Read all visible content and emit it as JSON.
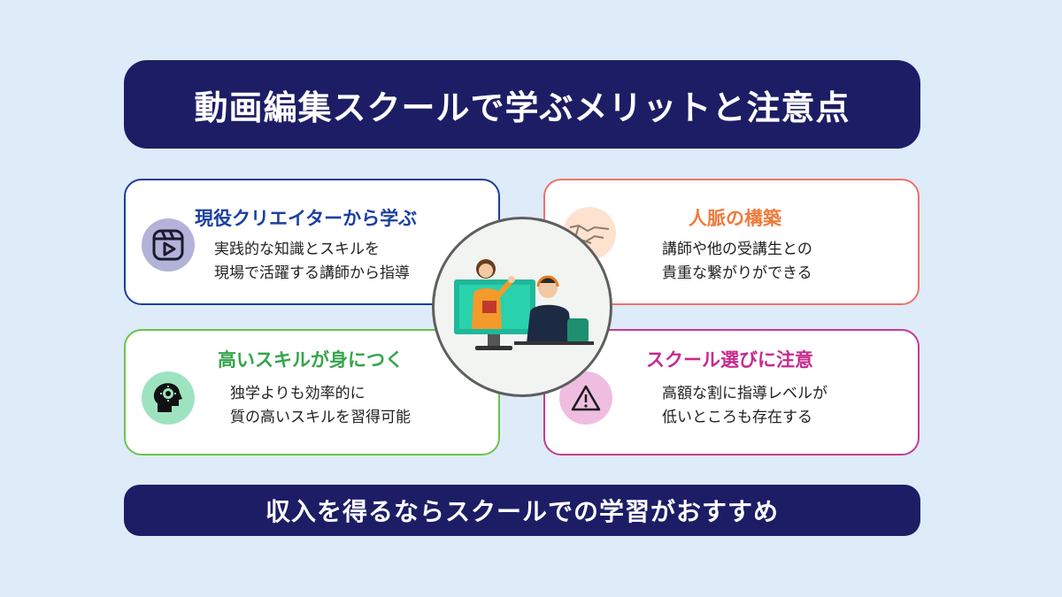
{
  "title": "動画編集スクールで学ぶメリットと注意点",
  "cards": [
    {
      "heading": "現役クリエイターから学ぶ",
      "line1": "実践的な知識とスキルを",
      "line2": "現場で活躍する講師から指導",
      "icon": "video-icon",
      "accent": "#1b3fa0"
    },
    {
      "heading": "人脈の構築",
      "line1": "講師や他の受講生との",
      "line2": "貴重な繋がりができる",
      "icon": "handshake-icon",
      "accent": "#ef7a3c"
    },
    {
      "heading": "高いスキルが身につく",
      "line1": "独学よりも効率的に",
      "line2": "質の高いスキルを習得可能",
      "icon": "head-gear-icon",
      "accent": "#35a54c"
    },
    {
      "heading": "スクール選びに注意",
      "line1": "高額な割に指導レベルが",
      "line2": "低いところも存在する",
      "icon": "warning-icon",
      "accent": "#c72a8f"
    }
  ],
  "center_illustration": "online-lesson-illustration",
  "footer": "収入を得るならスクールでの学習がおすすめ"
}
